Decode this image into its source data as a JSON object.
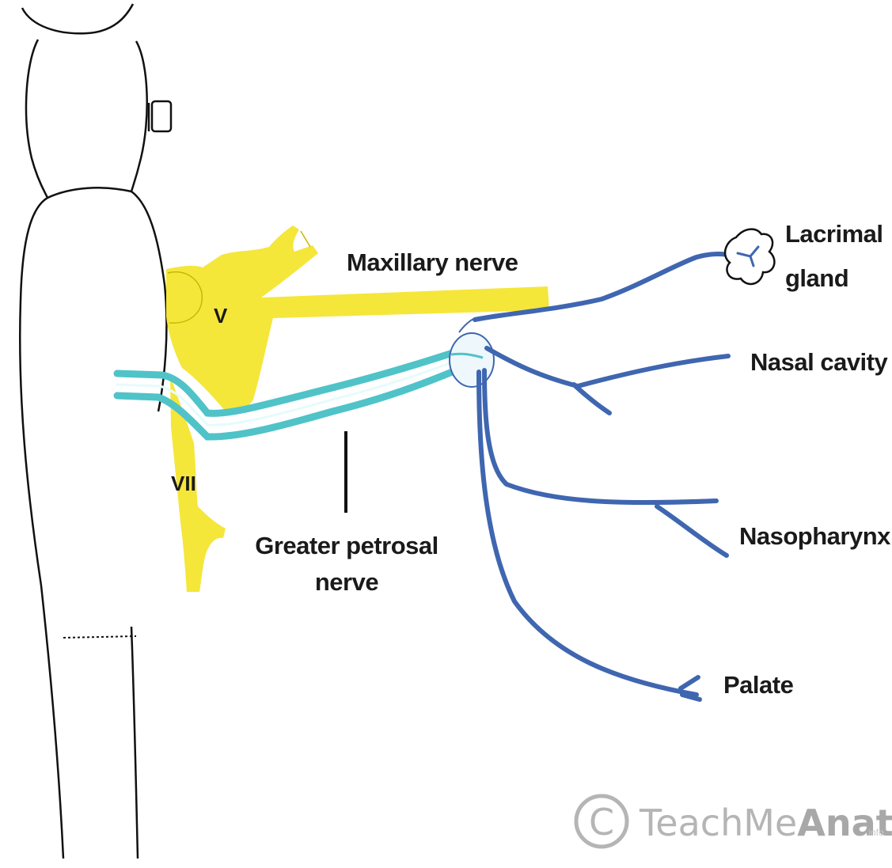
{
  "labels": {
    "trigeminal_roman": "V",
    "facial_roman": "VII",
    "maxillary_nerve": "Maxillary nerve",
    "greater_petrosal_line1": "Greater petrosal",
    "greater_petrosal_line2": "nerve",
    "lacrimal_line1": "Lacrimal",
    "lacrimal_line2": "gland",
    "nasal_cavity": "Nasal cavity",
    "nasopharynx": "Nasopharynx",
    "palate": "Palate"
  },
  "watermark": {
    "symbol": "C",
    "text_light": "TeachMe",
    "text_bold": "Anatomy",
    "suffix": ".info"
  },
  "colors": {
    "trigeminal_yellow": "#f5e63a",
    "petrosal_cyan": "#4fc3c8",
    "postganglionic_blue": "#3f66b0",
    "outline": "#111111",
    "watermark_gray": "#b5b5b5"
  }
}
